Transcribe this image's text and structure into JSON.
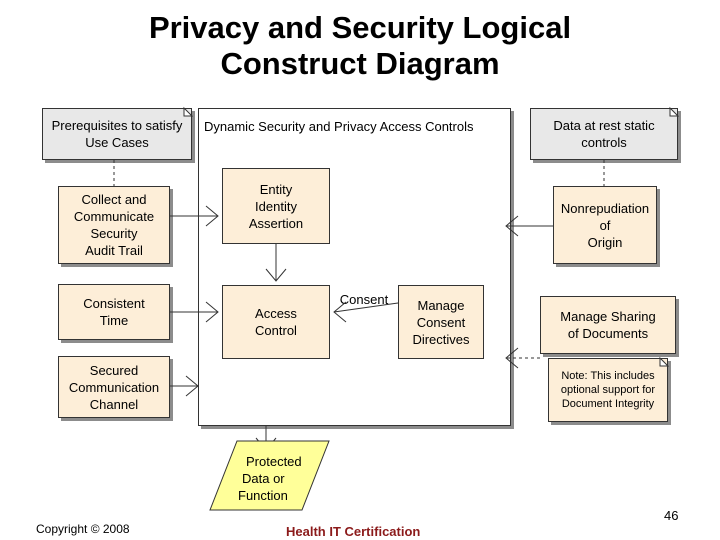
{
  "title_line1": "Privacy and Security Logical",
  "title_line2": "Construct Diagram",
  "prereq": [
    "Prerequisites to satisfy",
    "Use Cases"
  ],
  "dynamic_header": "Dynamic Security and Privacy Access Controls",
  "data_at_rest": [
    "Data at rest static",
    "controls"
  ],
  "collect": [
    "Collect and",
    "Communicate",
    "Security",
    "Audit Trail"
  ],
  "consistent": [
    "Consistent",
    "Time"
  ],
  "secured": [
    "Secured",
    "Communication",
    "Channel"
  ],
  "entity": [
    "Entity",
    "Identity",
    "Assertion"
  ],
  "access": [
    "Access",
    "Control"
  ],
  "consent_label": "Consent",
  "manage_consent": [
    "Manage",
    "Consent",
    "Directives"
  ],
  "nonrepudiation": [
    "Nonrepudiation",
    "of",
    "Origin"
  ],
  "manage_sharing": [
    "Manage Sharing",
    "of Documents"
  ],
  "note": [
    "Note: This includes",
    "optional support for",
    "Document Integrity"
  ],
  "protected": [
    "Protected",
    "Data or",
    "Function"
  ],
  "copyright": "Copyright © 2008",
  "footer_center": "Health IT Certification",
  "page_number": "46",
  "colors": {
    "peach": "#fdeed8",
    "grey": "#e8e8e8",
    "yellow": "#ffff99",
    "footer_red": "#8b1a1a"
  }
}
